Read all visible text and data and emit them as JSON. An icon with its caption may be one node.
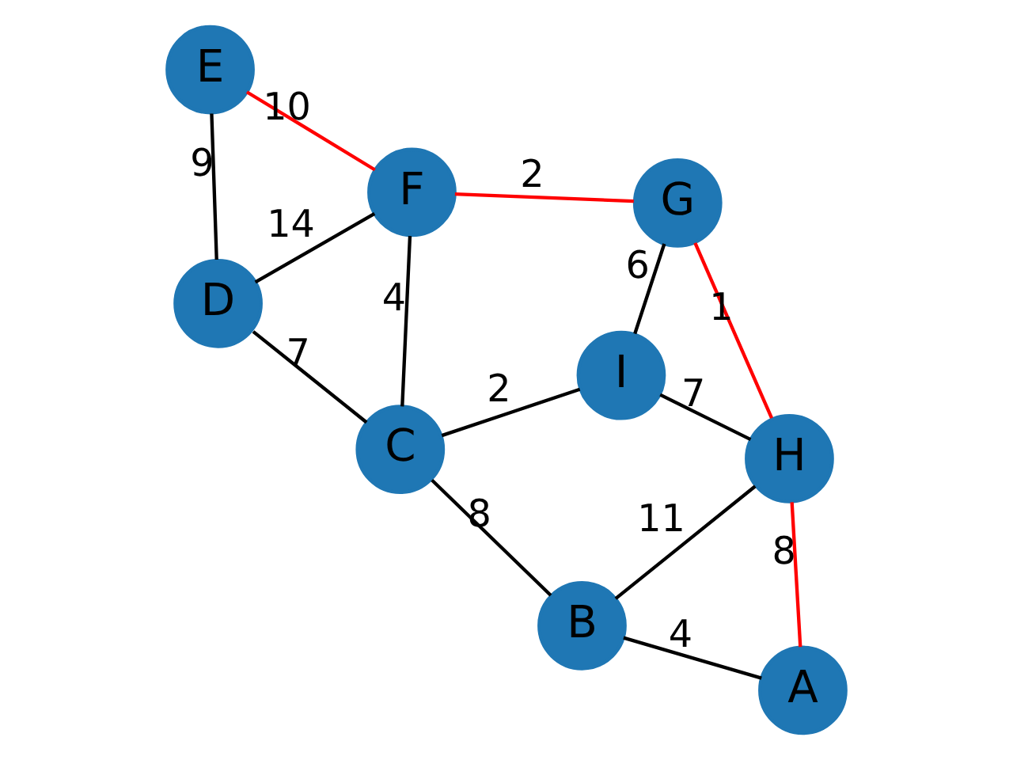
{
  "diagram": {
    "nodes": [
      {
        "text": [
          "E"
        ]
      },
      {
        "text": [
          "F"
        ]
      },
      {
        "text": [
          "D"
        ]
      },
      {
        "text": [
          "C"
        ]
      },
      {
        "text": [
          "G"
        ]
      },
      {
        "text": [
          "I"
        ]
      },
      {
        "text": [
          "B"
        ]
      },
      {
        "text": [
          "H"
        ]
      },
      {
        "text": [
          "A"
        ]
      }
    ],
    "edges": [
      {
        "from": 1,
        "to": 0,
        "arrow": "none",
        "label": "10",
        "color": "#ff0000"
      },
      {
        "from": 0,
        "to": 2,
        "arrow": "none",
        "label": "9"
      },
      {
        "from": 1,
        "to": 2,
        "arrow": "none",
        "label": "14"
      },
      {
        "from": 1,
        "to": 3,
        "arrow": "none",
        "label": "4"
      },
      {
        "from": 2,
        "to": 3,
        "arrow": "none",
        "label": "7"
      },
      {
        "from": 4,
        "to": 1,
        "arrow": "none",
        "label": "2",
        "color": "#ff0000"
      },
      {
        "from": 3,
        "to": 5,
        "arrow": "none",
        "label": "2"
      },
      {
        "from": 3,
        "to": 6,
        "arrow": "none",
        "label": "8"
      },
      {
        "from": 4,
        "to": 5,
        "arrow": "none",
        "label": "6"
      },
      {
        "from": 4,
        "to": 7,
        "arrow": "none",
        "label": "1",
        "color": "#ff0000"
      },
      {
        "from": 5,
        "to": 7,
        "arrow": "none",
        "label": "7"
      },
      {
        "from": 7,
        "to": 6,
        "arrow": "none",
        "label": "11"
      },
      {
        "from": 6,
        "to": 8,
        "arrow": "none",
        "label": "4"
      },
      {
        "from": 7,
        "to": 8,
        "arrow": "none",
        "label": "8",
        "color": "#ff0000"
      }
    ]
  }
}
